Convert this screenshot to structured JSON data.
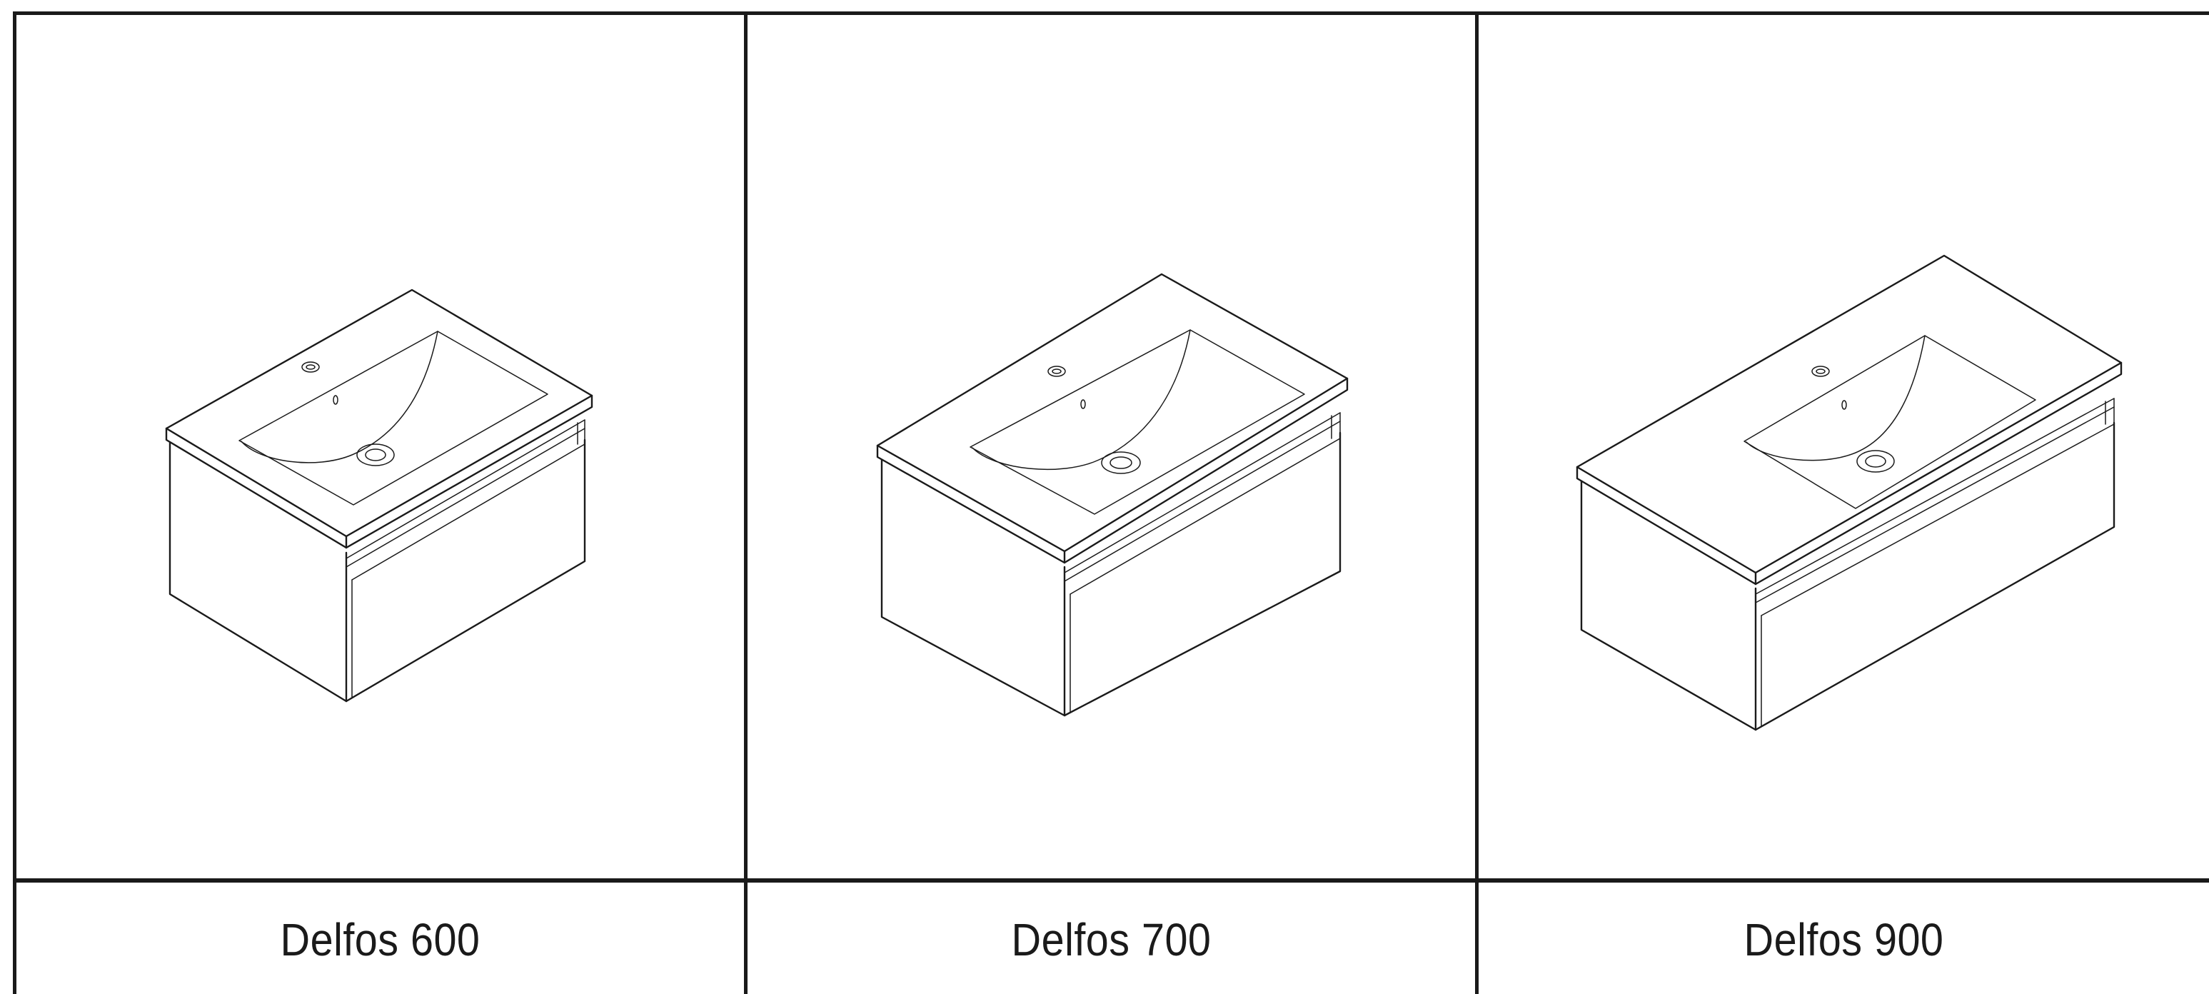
{
  "products": [
    {
      "name": "Delfos 600",
      "image_icon": "vanity-unit-600-drawing-icon"
    },
    {
      "name": "Delfos 700",
      "image_icon": "vanity-unit-700-drawing-icon"
    },
    {
      "name": "Delfos 900",
      "image_icon": "vanity-unit-900-drawing-icon"
    }
  ],
  "colors": {
    "line": "#1a1a1a",
    "background": "#ffffff"
  }
}
